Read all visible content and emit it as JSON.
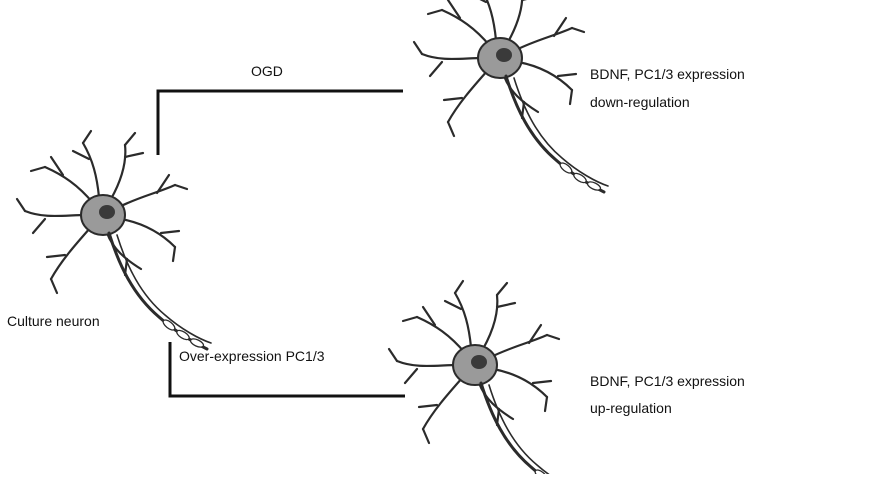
{
  "source": {
    "label": "Culture neuron"
  },
  "branches": [
    {
      "condition": "OGD",
      "outcome": [
        "BDNF, PC1/3 expression",
        "down-regulation"
      ]
    },
    {
      "condition": "Over-expression PC1/3",
      "outcome": [
        "BDNF, PC1/3 expression",
        "up-regulation"
      ]
    }
  ],
  "colors": {
    "line": "#111111",
    "neuron_stroke": "#2b2b2b",
    "neuron_fill": "#9a9a9a"
  }
}
